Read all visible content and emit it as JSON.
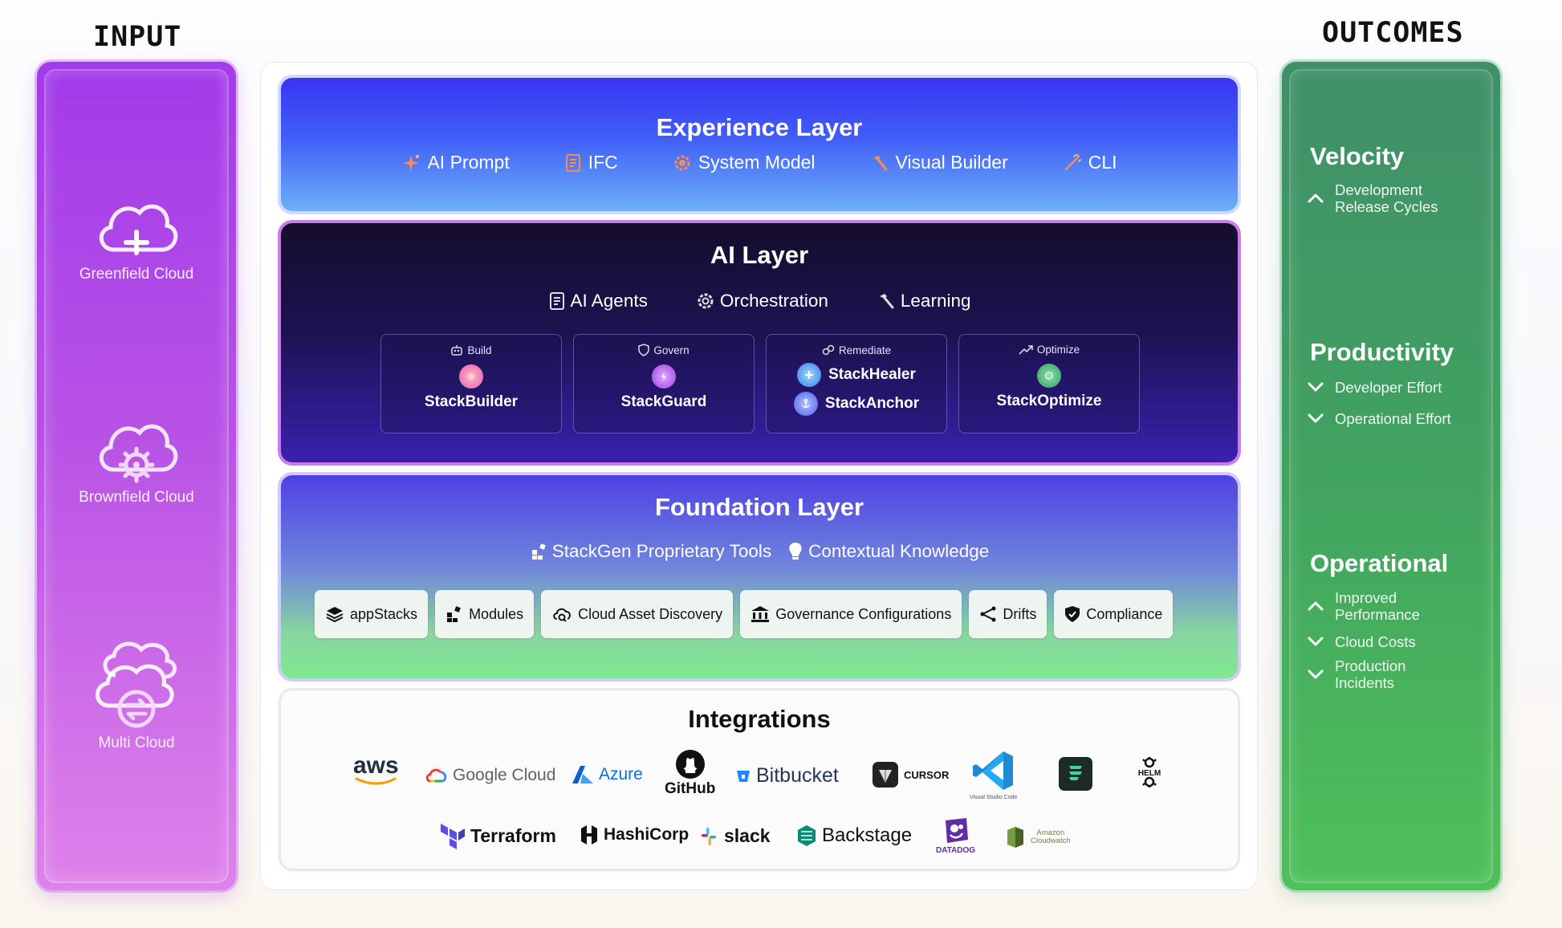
{
  "input": {
    "heading": "INPUT",
    "items": [
      {
        "label": "Greenfield Cloud",
        "icon": "cloud-plus-icon"
      },
      {
        "label": "Brownfield Cloud",
        "icon": "cloud-gear-icon"
      },
      {
        "label": "Multi Cloud",
        "icon": "multi-cloud-icon"
      }
    ]
  },
  "outcomes": {
    "heading": "OUTCOMES",
    "groups": [
      {
        "title": "Velocity",
        "items": [
          {
            "direction": "up",
            "line1": "Development",
            "line2": "Release Cycles"
          }
        ]
      },
      {
        "title": "Productivity",
        "items": [
          {
            "direction": "down",
            "line1": "Developer Effort",
            "line2": ""
          },
          {
            "direction": "down",
            "line1": "Operational Effort",
            "line2": ""
          }
        ]
      },
      {
        "title": "Operational",
        "items": [
          {
            "direction": "up",
            "line1": "Improved",
            "line2": "Performance"
          },
          {
            "direction": "down",
            "line1": "Cloud Costs",
            "line2": ""
          },
          {
            "direction": "down",
            "line1": "Production",
            "line2": "Incidents"
          }
        ]
      }
    ]
  },
  "experience": {
    "title": "Experience Layer",
    "items": [
      {
        "label": "AI Prompt",
        "icon": "sparkle-icon"
      },
      {
        "label": "IFC",
        "icon": "document-icon"
      },
      {
        "label": "System Model",
        "icon": "gear-icon"
      },
      {
        "label": "Visual Builder",
        "icon": "hammer-icon"
      },
      {
        "label": "CLI",
        "icon": "cli-spark-icon"
      }
    ]
  },
  "ai": {
    "title": "AI Layer",
    "items": [
      {
        "label": "AI Agents",
        "icon": "document-icon"
      },
      {
        "label": "Orchestration",
        "icon": "gear-icon"
      },
      {
        "label": "Learning",
        "icon": "hammer-icon"
      }
    ],
    "cards": [
      {
        "category": "Build",
        "products": [
          "StackBuilder"
        ]
      },
      {
        "category": "Govern",
        "products": [
          "StackGuard"
        ]
      },
      {
        "category": "Remediate",
        "products": [
          "StackHealer",
          "StackAnchor"
        ]
      },
      {
        "category": "Optimize",
        "products": [
          "StackOptimize"
        ]
      }
    ]
  },
  "foundation": {
    "title": "Foundation Layer",
    "items": [
      {
        "label": "StackGen Proprietary Tools",
        "icon": "blocks-icon"
      },
      {
        "label": "Contextual Knowledge",
        "icon": "bulb-icon"
      }
    ],
    "tools": [
      {
        "label": "appStacks",
        "icon": "layers-icon"
      },
      {
        "label": "Modules",
        "icon": "modules-icon"
      },
      {
        "label": "Cloud Asset Discovery",
        "icon": "cloud-search-icon"
      },
      {
        "label": "Governance Configurations",
        "icon": "bank-icon"
      },
      {
        "label": "Drifts",
        "icon": "share-icon"
      },
      {
        "label": "Compliance",
        "icon": "shield-check-icon"
      }
    ]
  },
  "integrations": {
    "title": "Integrations",
    "row1": [
      "aws",
      "Google Cloud",
      "Azure",
      "GitHub",
      "Bitbucket",
      "CURSOR",
      "Visual Studio Code",
      "",
      "HELM"
    ],
    "row2": [
      "Terraform",
      "HashiCorp",
      "slack",
      "Backstage",
      "DATADOG",
      "Amazon",
      "Cloudwatch"
    ]
  },
  "colors": {
    "input": "#b14be6",
    "outcomes": "#43a862",
    "experience": "#3f5ef7",
    "ai": "#1d1250",
    "foundation": "#6f85dc"
  }
}
